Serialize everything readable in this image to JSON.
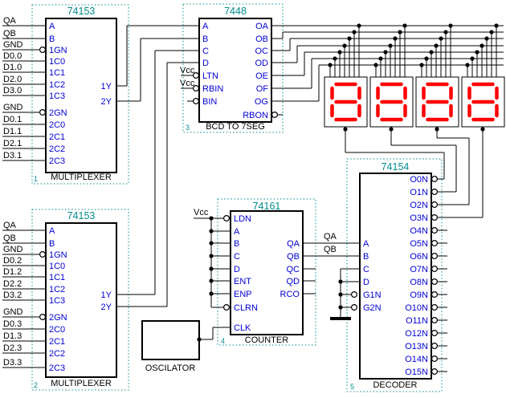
{
  "colors": {
    "wire": "#000000",
    "pin_text": "#0000D6",
    "teal": "#008B8B",
    "segment_red": "#FF0000",
    "background": "#FFFFFF"
  },
  "components": {
    "mux1": {
      "title": "74153",
      "inputs": [
        "QA",
        "QB",
        "GND",
        "D0.0",
        "D1.0",
        "D2.0",
        "D3.0",
        "GND",
        "D0.1",
        "D1.1",
        "D2.1",
        "D3.1"
      ],
      "pins": [
        "A",
        "B",
        "1GN",
        "1C0",
        "1C1",
        "1C2",
        "1C3",
        "2GN",
        "2C0",
        "2C1",
        "2C2",
        "2C3"
      ],
      "outputs": [
        "1Y",
        "2Y"
      ],
      "caption": "MULTIPLEXER",
      "designator": "1"
    },
    "mux2": {
      "title": "74153",
      "inputs": [
        "QA",
        "QB",
        "GND",
        "D0.2",
        "D1.2",
        "D2.2",
        "D3.2",
        "GND",
        "D0.3",
        "D1.3",
        "D2.3",
        "D3.3"
      ],
      "pins": [
        "A",
        "B",
        "1GN",
        "1C0",
        "1C1",
        "1C2",
        "1C3",
        "2GN",
        "2C0",
        "2C1",
        "2C2",
        "2C3"
      ],
      "outputs": [
        "1Y",
        "2Y"
      ],
      "caption": "MULTIPLEXER",
      "designator": "2"
    },
    "bcd_to_7seg": {
      "title": "7448",
      "left_pins": [
        "A",
        "B",
        "C",
        "D",
        "LTN",
        "RBIN",
        "BIN"
      ],
      "right_pins": [
        "OA",
        "OB",
        "OC",
        "OD",
        "OE",
        "OF",
        "OG",
        "RBON"
      ],
      "power_labels": [
        "Vcc",
        "Vcc"
      ],
      "caption": "BCD TO 7SEG",
      "designator": "3"
    },
    "counter": {
      "title": "74161",
      "left_pins": [
        "LDN",
        "A",
        "B",
        "C",
        "D",
        "ENT",
        "ENP",
        "CLRN",
        "CLK"
      ],
      "right_pins": [
        "QA",
        "QB",
        "QC",
        "QD",
        "RCO"
      ],
      "power_label": "Vcc",
      "net_labels": [
        "QA",
        "QB"
      ],
      "caption": "COUNTER",
      "designator": "4"
    },
    "decoder": {
      "title": "74154",
      "left_pins": [
        "A",
        "B",
        "C",
        "D",
        "G1N",
        "G2N"
      ],
      "right_pins": [
        "O0N",
        "O1N",
        "O2N",
        "O3N",
        "O4N",
        "O5N",
        "O6N",
        "O7N",
        "O8N",
        "O9N",
        "O10N",
        "O11N",
        "O12N",
        "O13N",
        "O14N",
        "O15N"
      ],
      "caption": "DECODER",
      "designator": "5"
    },
    "oscillator": {
      "caption": "OSCILATOR"
    },
    "displays": {
      "count": 4,
      "shown_digit": "8"
    }
  }
}
